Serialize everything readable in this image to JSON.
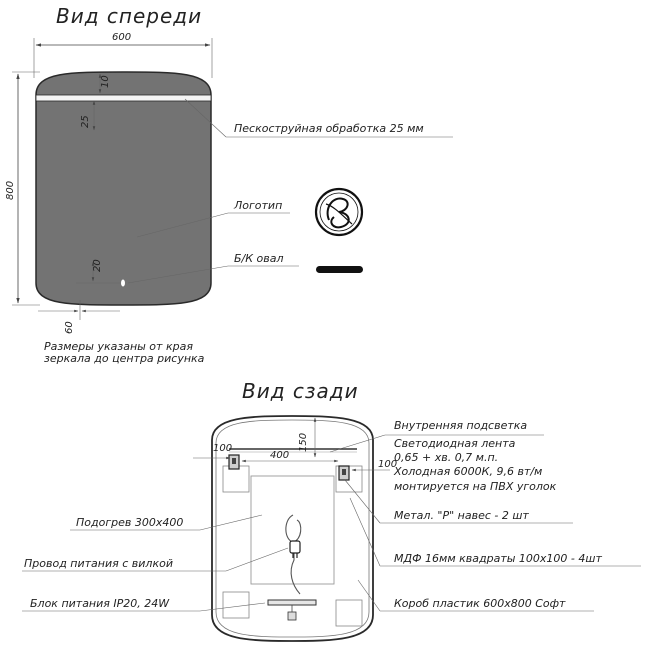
{
  "front": {
    "title": "Вид спереди",
    "width_label": "600",
    "height_label": "800",
    "dim_top_small": "10",
    "dim_top_band": "25",
    "dim_switch": "20",
    "dim_bottom": "60",
    "sandblast_label": "Пескоструйная обработка 25 мм",
    "logo_label": "Логотип",
    "switch_label": "Б/К овал",
    "note_line1": "Размеры указаны от края",
    "note_line2": "зеркала до центра рисунка"
  },
  "back": {
    "title": "Вид сзади",
    "dim_left": "100",
    "dim_top": "150",
    "dim_mid": "400",
    "dim_right": "100",
    "backlight_title": "Внутренняя подсветка",
    "led_line1": "Светодиодная лента",
    "led_line2": "0,65 + хв. 0,7 м.п.",
    "led_line3": "Холодная 6000К, 9,6 вт/м",
    "led_line4": "монтируется на ПВХ уголок",
    "hanger_label": "Метал. \"Р\" навес - 2 шт",
    "mdf_label": "МДФ 16мм квадраты 100х100 - 4шт",
    "box_label": "Короб пластик 600х800 Софт",
    "heater_label": "Подогрев 300х400",
    "cable_label": "Провод питания с вилкой",
    "psu_label": "Блок питания IP20, 24W"
  },
  "colors": {
    "mirror": "#737373",
    "line": "#444444",
    "background": "#ffffff"
  },
  "icons": [
    "logo-monogram-icon",
    "oval-switch-icon",
    "plug-icon",
    "hanger-icon"
  ]
}
